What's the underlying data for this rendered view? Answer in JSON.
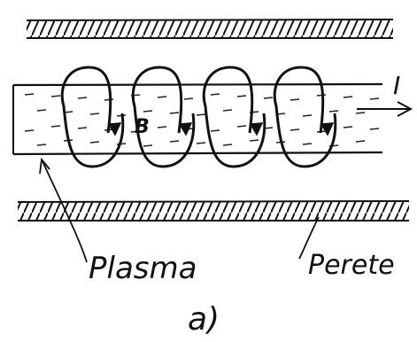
{
  "labels": {
    "field": "B",
    "current": "I",
    "plasma": "Plasma",
    "wall": "Perete",
    "caption": "a)"
  },
  "colors": {
    "ink": "#111111",
    "background": "#ffffff"
  },
  "loops_count": 4
}
